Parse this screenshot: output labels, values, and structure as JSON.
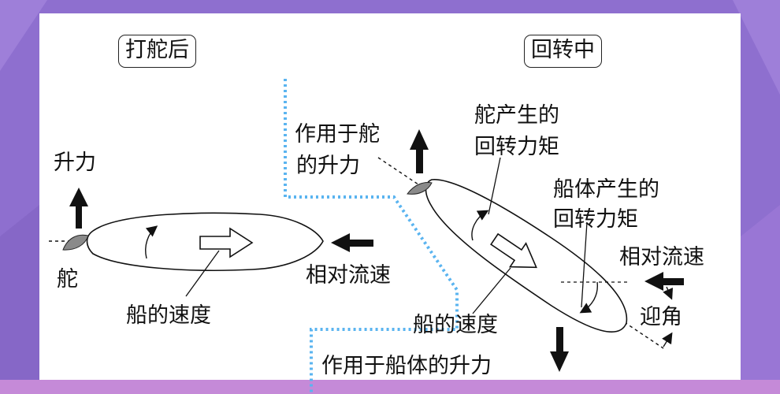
{
  "colors": {
    "background": "#8e6fcf",
    "panel": "#ffffff",
    "divider": "#5ab4f0",
    "ink": "#111111"
  },
  "left_section": {
    "title": "打舵后",
    "lift_label": "升力",
    "rudder_label": "舵",
    "relative_flow_label": "相对流速",
    "ship_speed_label": "船的速度"
  },
  "right_section": {
    "title": "回转中",
    "rudder_force_label_line1": "作用于舵",
    "rudder_force_label_line2": "的升力",
    "rudder_moment_line1": "舵产生的",
    "rudder_moment_line2": "回转力矩",
    "hull_moment_line1": "船体产生的",
    "hull_moment_line2": "回转力矩",
    "relative_flow_label": "相对流速",
    "attack_angle_label": "迎角",
    "ship_speed_label": "船的速度",
    "hull_force_label": "作用于船体的升力"
  }
}
